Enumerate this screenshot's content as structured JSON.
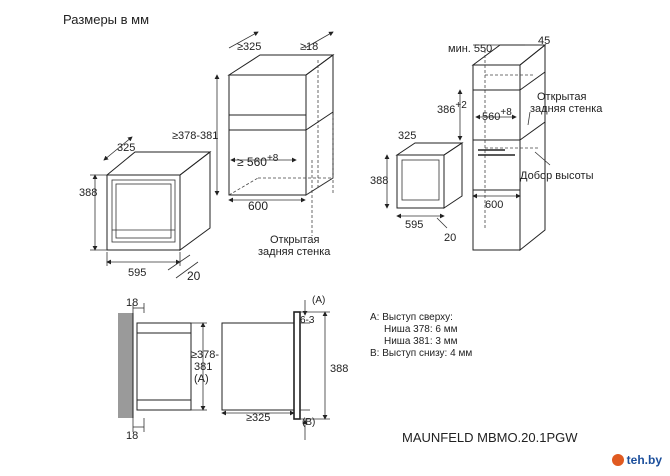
{
  "title": "Размеры в мм",
  "model": "MAUNFELD MBMO.20.1PGW",
  "watermark": "teh.by",
  "microwave": {
    "w325": "325",
    "h388": "388",
    "w595": "595",
    "d20": "20"
  },
  "cabinet": {
    "w325": "≥325",
    "d18": "≥18",
    "h378": "≥378-381",
    "w560": "≥ 560",
    "w560sup": "+8",
    "w600": "600",
    "rear1": "Открытая",
    "rear2": "задняя стенка"
  },
  "column": {
    "min550": "мин. 550",
    "d45": "45",
    "h386": "386",
    "h386sup": "+2",
    "w560": "560",
    "w560sup": "+8",
    "rear1": "Открытая",
    "rear2": "задняя стенка",
    "m325": "325",
    "m388": "388",
    "m595": "595",
    "w600": "600",
    "d20": "20",
    "filler": "Добор высоты"
  },
  "section": {
    "t18": "18",
    "b18": "18",
    "h378": "≥378-",
    "h381": "381",
    "ha": "(A)",
    "w325": "≥325",
    "v63": "6-3",
    "h388": "388",
    "ma": "(A)",
    "mb": "(B)"
  },
  "notes": {
    "a": "A: Выступ сверху:",
    "n378": "Ниша 378: 6 мм",
    "n381": "Ниша 381: 3 мм",
    "b": "B: Выступ снизу:  4 мм"
  }
}
